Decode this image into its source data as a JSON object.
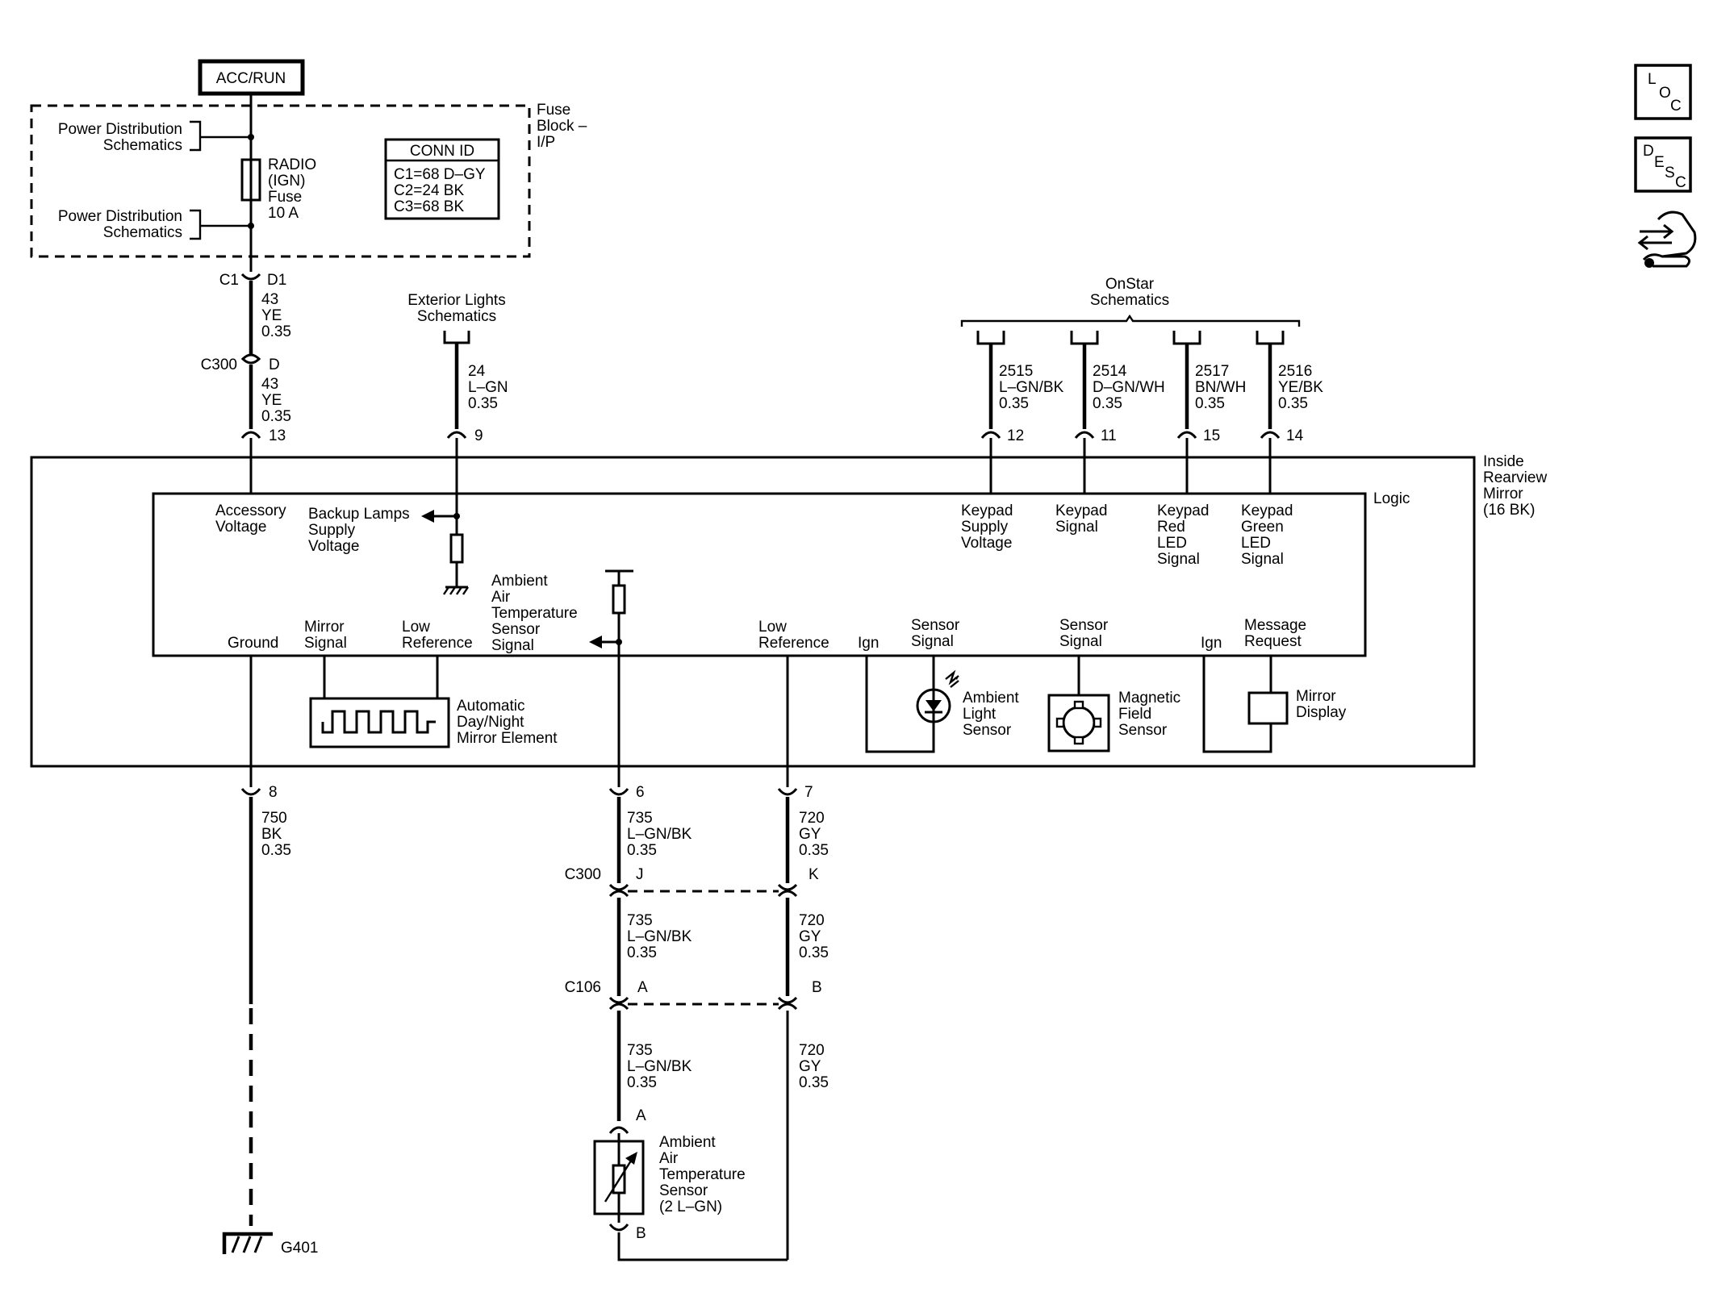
{
  "power": {
    "source": "ACC/RUN"
  },
  "fuse_block": {
    "label": "Fuse Block – I/P",
    "label_lines": [
      "Fuse",
      "Block –",
      "I/P"
    ],
    "pd_label_1": [
      "Power Distribution",
      "Schematics"
    ],
    "pd_label_2": [
      "Power Distribution",
      "Schematics"
    ],
    "fuse": {
      "lines": [
        "RADIO",
        "(IGN)",
        "Fuse",
        "10 A"
      ]
    },
    "conn_id": {
      "title": "CONN ID",
      "rows": [
        "C1=68 D–GY",
        "C2=24 BK",
        "C3=68 BK"
      ]
    }
  },
  "connectors": {
    "c1": "C1",
    "d1": "D1",
    "c300": "C300",
    "c300_d": "D",
    "c300_j": "J",
    "c300_k": "K",
    "c106": "C106",
    "c106_a": "A",
    "c106_b": "B",
    "sensor_a": "A",
    "sensor_b": "B",
    "ground": "G401"
  },
  "wires": {
    "w43_a": [
      "43",
      "YE",
      "0.35"
    ],
    "w43_b": [
      "43",
      "YE",
      "0.35"
    ],
    "w24": [
      "24",
      "L–GN",
      "0.35"
    ],
    "w2515": [
      "2515",
      "L–GN/BK",
      "0.35"
    ],
    "w2514": [
      "2514",
      "D–GN/WH",
      "0.35"
    ],
    "w2517": [
      "2517",
      "BN/WH",
      "0.35"
    ],
    "w2516": [
      "2516",
      "YE/BK",
      "0.35"
    ],
    "w750": [
      "750",
      "BK",
      "0.35"
    ],
    "w735_a": [
      "735",
      "L–GN/BK",
      "0.35"
    ],
    "w735_b": [
      "735",
      "L–GN/BK",
      "0.35"
    ],
    "w735_c": [
      "735",
      "L–GN/BK",
      "0.35"
    ],
    "w720_a": [
      "720",
      "GY",
      "0.35"
    ],
    "w720_b": [
      "720",
      "GY",
      "0.35"
    ],
    "w720_c": [
      "720",
      "GY",
      "0.35"
    ]
  },
  "pins": {
    "p13": "13",
    "p9": "9",
    "p12": "12",
    "p11": "11",
    "p15": "15",
    "p14": "14",
    "p8": "8",
    "p6": "6",
    "p7": "7"
  },
  "references": {
    "exterior_lights": [
      "Exterior Lights",
      "Schematics"
    ],
    "onstar": [
      "OnStar",
      "Schematics"
    ]
  },
  "module": {
    "name": [
      "Inside",
      "Rearview",
      "Mirror",
      "(16 BK)"
    ],
    "logic": "Logic",
    "accessory_voltage": [
      "Accessory",
      "Voltage"
    ],
    "backup_lamps": [
      "Backup Lamps",
      "Supply",
      "Voltage"
    ],
    "keypad_supply": [
      "Keypad",
      "Supply",
      "Voltage"
    ],
    "keypad_signal": [
      "Keypad",
      "Signal"
    ],
    "keypad_red": [
      "Keypad",
      "Red",
      "LED",
      "Signal"
    ],
    "keypad_green": [
      "Keypad",
      "Green",
      "LED",
      "Signal"
    ],
    "ambient_signal": [
      "Ambient",
      "Air",
      "Temperature",
      "Sensor",
      "Signal"
    ],
    "ground": "Ground",
    "mirror_signal": [
      "Mirror",
      "Signal"
    ],
    "low_ref_1": [
      "Low",
      "Reference"
    ],
    "low_ref_2": [
      "Low",
      "Reference"
    ],
    "ign_1": "Ign",
    "sensor_signal_1": [
      "Sensor",
      "Signal"
    ],
    "sensor_signal_2": [
      "Sensor",
      "Signal"
    ],
    "ign_2": "Ign",
    "message_request": [
      "Message",
      "Request"
    ],
    "dimming_element": [
      "Automatic",
      "Day/Night",
      "Mirror Element"
    ],
    "light_sensor": [
      "Ambient",
      "Light",
      "Sensor"
    ],
    "magnetic_sensor": [
      "Magnetic",
      "Field",
      "Sensor"
    ],
    "mirror_display": [
      "Mirror",
      "Display"
    ]
  },
  "temp_sensor": [
    "Ambient",
    "Air",
    "Temperature",
    "Sensor",
    "(2 L–GN)"
  ],
  "nav_icons": [
    {
      "name": "location-icon",
      "letters": [
        "L",
        "O",
        "C"
      ]
    },
    {
      "name": "description-icon",
      "letters": [
        "D",
        "E",
        "S",
        "C"
      ]
    },
    {
      "name": "connector-hand-icon"
    }
  ]
}
